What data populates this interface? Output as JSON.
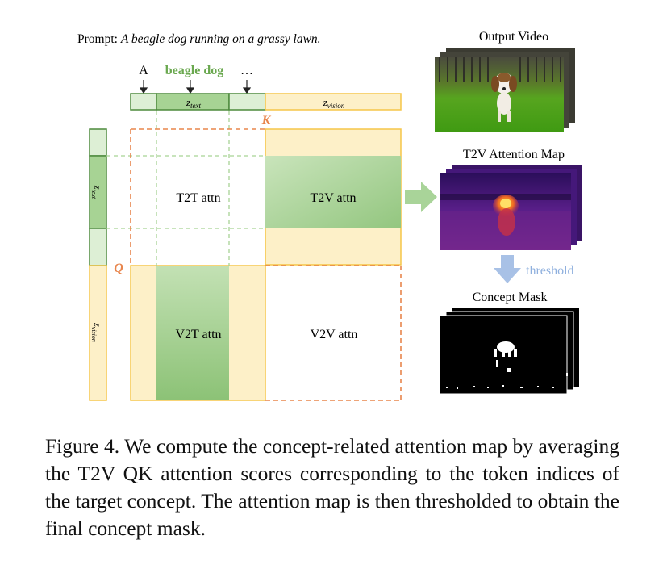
{
  "figure": {
    "prompt_label": "Prompt:",
    "prompt_text": "A beagle dog running on a grassy lawn.",
    "tokens": {
      "a": "A",
      "beagle_dog": "beagle dog",
      "ellipsis": "…"
    },
    "z_text_symbol": "z",
    "z_text_subscript": "text",
    "z_vision_symbol": "z",
    "z_vision_subscript": "vision",
    "k_label": "K",
    "q_label": "Q",
    "blocks": {
      "t2t": "T2T attn",
      "t2v": "T2V attn",
      "v2t": "V2T attn",
      "v2v": "V2V attn"
    },
    "output_video_title": "Output Video",
    "attention_map_title": "T2V Attention Map",
    "threshold_label": "threshold",
    "concept_mask_title": "Concept Mask"
  },
  "caption": {
    "text": "Figure 4.  We compute the concept-related attention map by averaging the T2V QK attention scores corresponding to the token indices of the target concept.  The attention map is then thresholded to obtain the final concept mask."
  },
  "colors": {
    "green_light": "#ddefd5",
    "green_mid": "#a7d394",
    "green_dark": "#4d8a3c",
    "yellow_light": "#fdf0c8",
    "yellow_border": "#f5c548",
    "orange_dash": "#e8854c",
    "arrow_green": "#a9d499",
    "arrow_blue": "#a8c1e6",
    "token_green": "#6aa84f"
  }
}
